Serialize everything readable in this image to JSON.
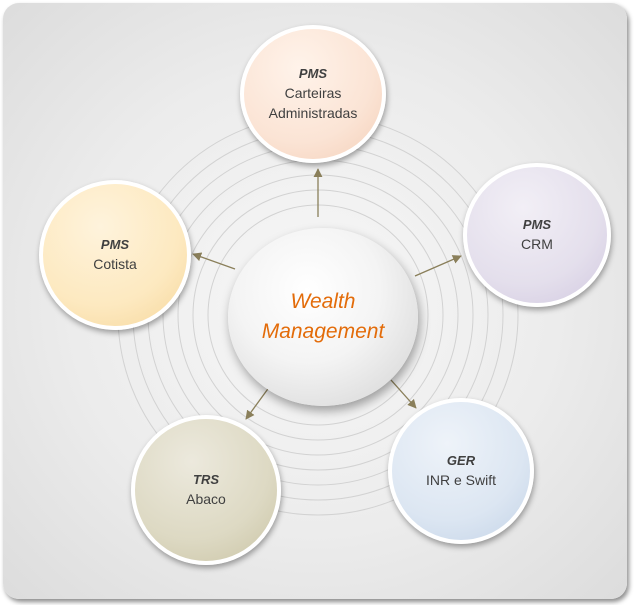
{
  "colors": {
    "hub_text": "#e36c0a",
    "arrow": "#8a7f5a",
    "node_top": "#fbe4d5",
    "node_right": "#e4dfec",
    "node_bottom_right": "#dce6f2",
    "node_bottom_left": "#ddd9c3",
    "node_left": "#fde9c0"
  },
  "hub": {
    "line1": "Wealth",
    "line2": "Management"
  },
  "nodes": [
    {
      "title": "PMS",
      "line1": "Carteiras",
      "line2": "Administradas"
    },
    {
      "title": "PMS",
      "line1": "CRM"
    },
    {
      "title": "GER",
      "line1": "INR e Swift"
    },
    {
      "title": "TRS",
      "line1": "Abaco"
    },
    {
      "title": "PMS",
      "line1": "Cotista"
    }
  ]
}
